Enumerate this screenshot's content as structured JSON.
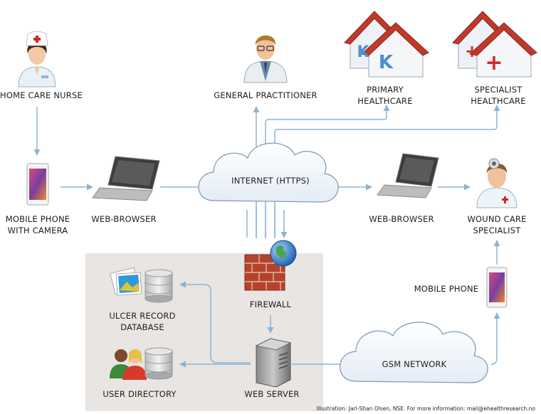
{
  "nodes": {
    "home_care_nurse": "HOME CARE NURSE",
    "general_practitioner": "GENERAL PRACTITIONER",
    "primary_healthcare": [
      "PRIMARY",
      "HEALTHCARE"
    ],
    "specialist_healthcare": [
      "SPECIALIST",
      "HEALTHCARE"
    ],
    "mobile_phone_camera": [
      "MOBILE PHONE",
      "WITH CAMERA"
    ],
    "web_browser_left": "WEB-BROWSER",
    "internet": "INTERNET (HTTPS)",
    "web_browser_right": "WEB-BROWSER",
    "wound_care_specialist": [
      "WOUND CARE",
      "SPECIALIST"
    ],
    "mobile_phone": "MOBILE PHONE",
    "ulcer_record_database": [
      "ULCER RECORD",
      "DATABASE"
    ],
    "firewall": "FIREWALL",
    "user_directory": "USER DIRECTORY",
    "web_server": "WEB SERVER",
    "gsm_network": "GSM NETWORK"
  },
  "house_letters": {
    "primary": "K",
    "specialist": "+"
  },
  "credit": "Illustration: Jarl-Stian Olsen, NSE. For more information: mail@ehealthresearch.no",
  "colors": {
    "arrow": "#8ab4d6",
    "panel": "#e9e5e3",
    "roof": "#c0392b",
    "letter_k": "#4a8fd0",
    "cross": "#d0262a",
    "cloud_fill": "#f3f7fb",
    "cloud_stroke": "#7d96b3"
  }
}
